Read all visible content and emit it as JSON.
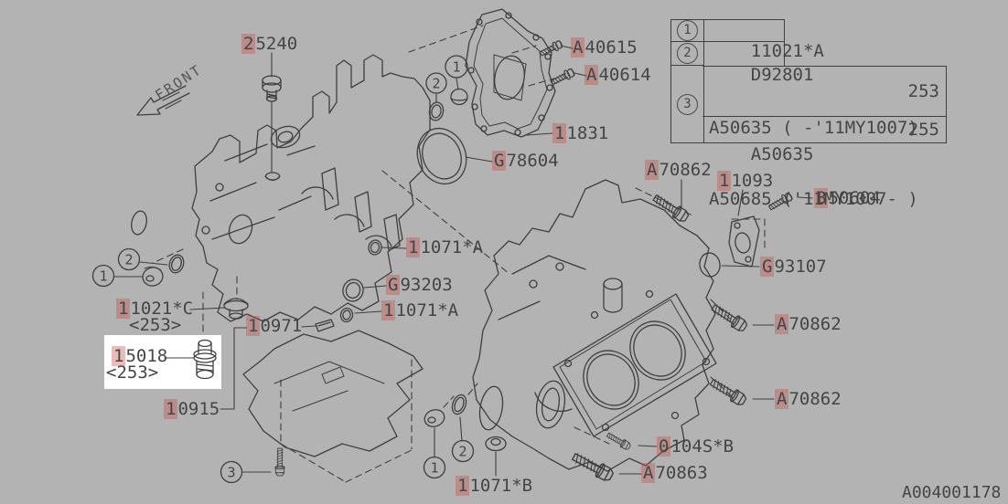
{
  "front_label": "FRONT",
  "doc_number": "A004001178",
  "colors": {
    "background": "#b3b3b3",
    "line_art": "#3f3f3f",
    "label_text": "#454545",
    "match_highlight": "#c94f47",
    "callout_box": "#ffffff"
  },
  "callouts": [
    "2",
    "1",
    "1",
    "2",
    "3",
    "1",
    "2"
  ],
  "labels": [
    {
      "part": "25240",
      "hl": "2",
      "rest": "5240"
    },
    {
      "part": "A40615",
      "hl": "A",
      "rest": "40615"
    },
    {
      "part": "A40614",
      "hl": "A",
      "rest": "40614"
    },
    {
      "part": "11831",
      "hl": "1",
      "rest": "1831"
    },
    {
      "part": "G78604",
      "hl": "G",
      "rest": "78604"
    },
    {
      "part": "11071*A",
      "hl": "1",
      "rest": "1071*A"
    },
    {
      "part": "G93203",
      "hl": "G",
      "rest": "93203"
    },
    {
      "part": "11071*A",
      "hl": "1",
      "rest": "1071*A"
    },
    {
      "part": "11021*C",
      "hl": "1",
      "rest": "1021*C",
      "sub": "<253>"
    },
    {
      "part": "15018",
      "hl": "1",
      "rest": "5018",
      "sub": "<253>"
    },
    {
      "part": "10971",
      "hl": "1",
      "rest": "0971"
    },
    {
      "part": "10915",
      "hl": "1",
      "rest": "0915"
    },
    {
      "part": "11071*B",
      "hl": "1",
      "rest": "1071*B"
    },
    {
      "part": "A70862",
      "hl": "A",
      "rest": "70862"
    },
    {
      "part": "11093",
      "hl": "1",
      "rest": "1093"
    },
    {
      "part": "B50604",
      "hl": "B",
      "rest": "50604"
    },
    {
      "part": "G93107",
      "hl": "G",
      "rest": "93107"
    },
    {
      "part": "A70862",
      "hl": "A",
      "rest": "70862"
    },
    {
      "part": "A70862",
      "hl": "A",
      "rest": "70862"
    },
    {
      "part": "0104S*B",
      "hl": "0",
      "rest": "104S*B"
    },
    {
      "part": "A70863",
      "hl": "A",
      "rest": "70863"
    },
    {
      "part": "A004001178",
      "rest": "A004001178"
    }
  ],
  "table": {
    "rows": [
      {
        "num": "1",
        "hl": "1",
        "rest": "1021*A"
      },
      {
        "num": "2",
        "hl": "D",
        "rest": "92801"
      },
      {
        "num": "3",
        "a1_hl": "A",
        "a1_rest": "50635 ( -'11MY1007)",
        "a2_hl": "A",
        "a2_rest": "50685 ('11MY1007- )",
        "a_page": "253",
        "b_hl": "A",
        "b_rest": "50635",
        "b_page": "255"
      }
    ]
  }
}
